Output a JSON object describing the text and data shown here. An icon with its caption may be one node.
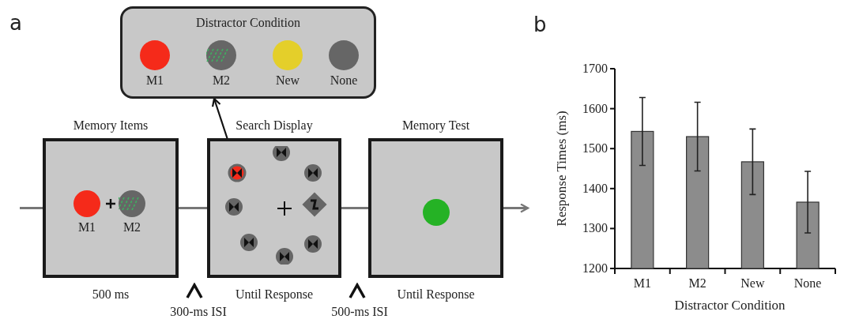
{
  "diagram": {
    "nodes": [
      {
        "text": [
          "Distractor Condition"
        ]
      },
      {
        "text": [
          "M1"
        ],
        "in": 0
      },
      {
        "text": [
          "M2"
        ],
        "in": 0
      },
      {
        "text": [
          "New"
        ],
        "in": 0
      },
      {
        "text": [
          "None"
        ],
        "in": 0
      },
      {
        "text": [
          "Memory Items"
        ],
        "beside": [
          "500 ms"
        ]
      },
      {
        "text": [
          "M1"
        ],
        "in": 5
      },
      {
        "text": [
          "M2"
        ],
        "in": 5
      },
      {
        "text": [
          "Search Display"
        ],
        "beside": [
          "Until Response"
        ]
      },
      {
        "text": [],
        "shape": "circle",
        "in": 8
      },
      {
        "text": [
          "Memory Test"
        ],
        "beside": [
          "Until Response"
        ]
      }
    ],
    "edges": [
      {
        "from": null,
        "to": 5,
        "arrow": "none"
      },
      {
        "from": 5,
        "to": 8,
        "arrow": "none"
      },
      {
        "from": 8,
        "to": 10,
        "arrow": "none"
      },
      {
        "from": 10,
        "to": null,
        "arrow": "to"
      },
      {
        "from": 9,
        "to": 0,
        "arrow": "to",
        "color": "#111111"
      }
    ],
    "labels": [
      "a",
      "b",
      "300-ms ISI",
      "500-ms ISI"
    ],
    "chart_data": {
      "type": "bar",
      "xlabel": "Distractor Condition",
      "ylabel": "Response Times (ms)",
      "categories": [
        "M1",
        "M2",
        "New",
        "None"
      ],
      "values": [
        1543,
        1530,
        1467,
        1366
      ],
      "errors": [
        85,
        86,
        82,
        77
      ],
      "ylim": [
        1200,
        1700
      ],
      "yticks": [
        1200,
        1300,
        1400,
        1500,
        1600,
        1700
      ]
    }
  }
}
